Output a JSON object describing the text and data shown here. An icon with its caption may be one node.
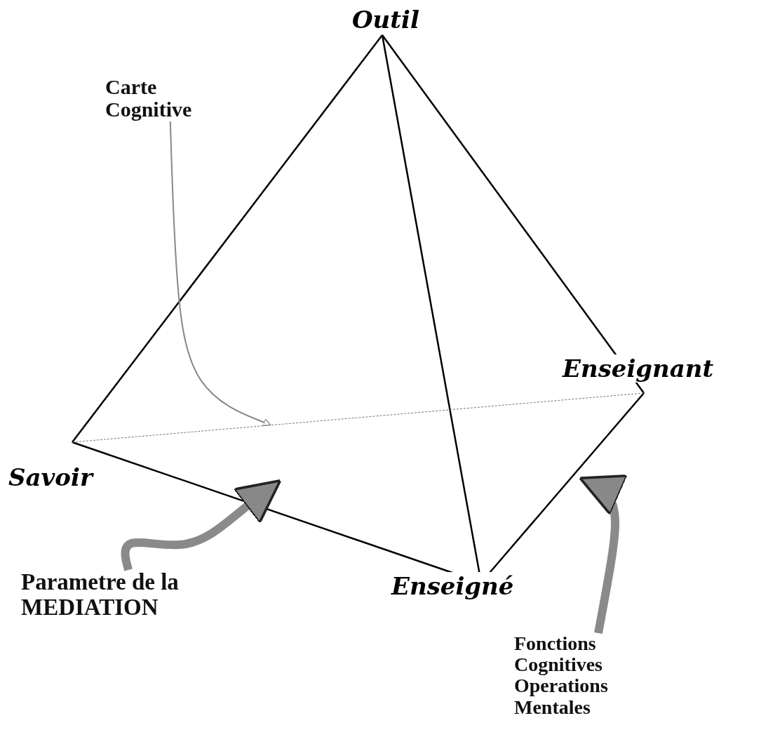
{
  "diagram": {
    "nodes": [
      {
        "text": [
          "Carte Cognitive"
        ]
      },
      {
        "text": [
          "Parametre de la MEDIATION"
        ]
      },
      {
        "text": [
          "Fonctions Cognitives Operations Mentales"
        ]
      }
    ],
    "edges": [
      {
        "from": 0,
        "to": null,
        "arrow": "to"
      },
      {
        "from": 1,
        "to": null,
        "arrow": "to"
      },
      {
        "from": 2,
        "to": null,
        "arrow": "to"
      }
    ],
    "labels": [
      "Outil",
      "Enseignant",
      "Savoir",
      "Enseigné"
    ]
  }
}
